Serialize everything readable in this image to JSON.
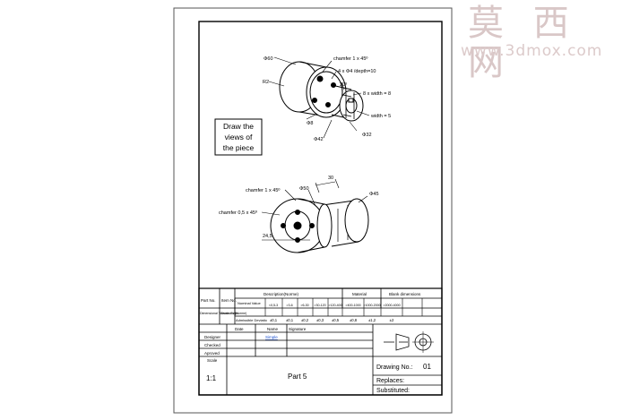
{
  "watermark": {
    "text": "莫 西 网",
    "url": "www.3dmox.com"
  },
  "instruction": [
    "Draw the",
    "views of",
    "the piece"
  ],
  "dims_top": {
    "d60": "Φ60",
    "chamfer1": "chamfer 1 x 45º",
    "holes": "4 x Φ4 /depth=10",
    "r2": "R2",
    "angle": "30º",
    "slot": "8 x width = 8",
    "d8": "Φ8",
    "width5": "width = 5",
    "d32": "Φ32",
    "d42": "Φ42"
  },
  "dims_bottom": {
    "chamfer1": "chamfer 1 x 45º",
    "d50": "Φ50",
    "dim30": "30",
    "d45": "Φ45",
    "chamfer05": "chamfer 0,5 x 45º",
    "dim245": "24,5"
  },
  "title_block": {
    "h_partno": "Part No.",
    "h_item": "Item No.",
    "h_description": "Description(Norme)",
    "h_material": "Material",
    "h_blank": "Blank dimensions",
    "h_dimensional": "Dimensional Tolerances (Norme)",
    "h_grade": "Grade Class",
    "h_nominal": "Nominal Value",
    "h_admissible": "Admissible Deviatio",
    "ranges": [
      "<0,5-3",
      ">3-6",
      ">6-30",
      ">30-120",
      ">120-400",
      ">400-1000",
      ">1000-2000",
      ">2000-4000"
    ],
    "deviations": [
      "±0,1",
      "±0,1",
      "±0,2",
      "±0,3",
      "±0,5",
      "±0,8",
      "±1,2",
      "±2"
    ],
    "h_date": "Date",
    "h_name": "Name",
    "h_signature": "Signature",
    "roles": [
      "Designer",
      "Checked",
      "Aproved"
    ],
    "designer_name": "Simple",
    "h_scale": "Scale",
    "scale": "1:1",
    "part_title": "Part 5",
    "drawing_label": "Drawing No.:",
    "drawing_no": "01",
    "replaces": "Replaces:",
    "substituted": "Substituted:"
  }
}
